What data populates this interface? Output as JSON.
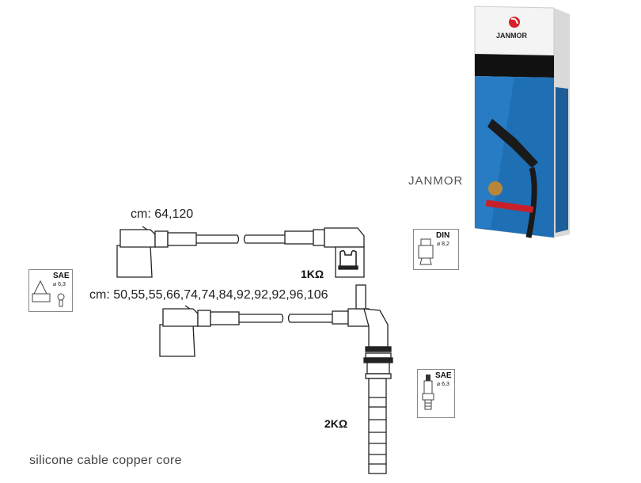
{
  "brand": {
    "name": "JANMOR",
    "box_logo": "JANMOR"
  },
  "cable_top": {
    "lengths_label": "cm: 64,120",
    "resistance_label": "1KΩ"
  },
  "cable_bottom": {
    "lengths_label": "cm: 50,55,55,66,74,74,84,92,92,92,96,106",
    "resistance_label": "2KΩ"
  },
  "standards": {
    "din": {
      "name": "DIN",
      "diameter": "⌀ 8,2"
    },
    "sae_left": {
      "name": "SAE",
      "diameter": "⌀ 6,3"
    },
    "sae_right": {
      "name": "SAE",
      "diameter": "⌀ 6,3"
    }
  },
  "footer": {
    "caption": "silicone cable copper core"
  },
  "colors": {
    "box_blue": "#1f6fb5",
    "box_black": "#111111",
    "logo_red": "#d6202a"
  }
}
